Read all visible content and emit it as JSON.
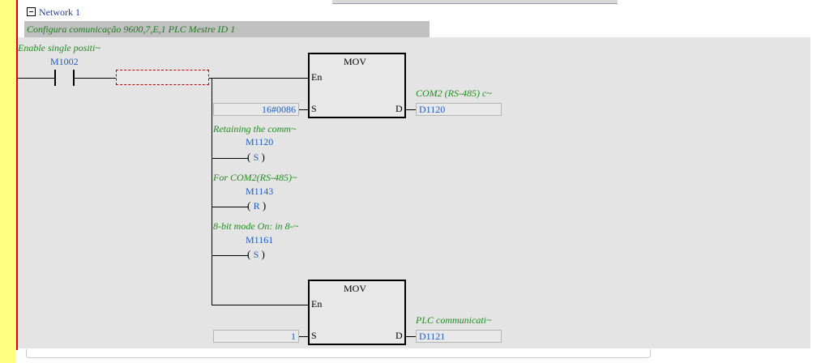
{
  "network": {
    "title": "Network 1",
    "comment": "Configura comunicação  9600,7,E,1 PLC Mestre ID 1"
  },
  "contact": {
    "comment": "Enable single positi~",
    "address": "M1002"
  },
  "mov1": {
    "name": "MOV",
    "en_label": "En",
    "s_label": "S",
    "d_label": "D",
    "s_value": "16#0086",
    "d_comment": "COM2 (RS-485) c~",
    "d_value": "D1120"
  },
  "coils": [
    {
      "comment": "Retaining the comm~",
      "address": "M1120",
      "type": "S"
    },
    {
      "comment": "For COM2(RS-485)~",
      "address": "M1143",
      "type": "R"
    },
    {
      "comment": "8-bit mode On: in 8-~",
      "address": "M1161",
      "type": "S"
    }
  ],
  "mov2": {
    "name": "MOV",
    "en_label": "En",
    "s_label": "S",
    "d_label": "D",
    "s_value": "1",
    "d_comment": "PLC communicati~",
    "d_value": "D1121"
  },
  "colors": {
    "gutter": "#ffff80",
    "power_rail": "#e00000",
    "comment_text": "#1e8c1e",
    "address_text": "#1f5fc0",
    "rung_background": "#e4e4e4"
  }
}
